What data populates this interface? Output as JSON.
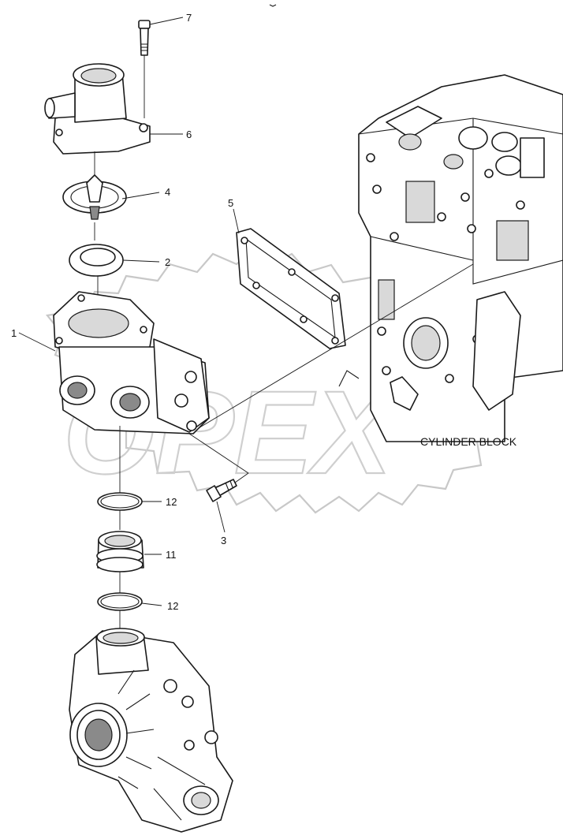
{
  "diagram": {
    "callouts": [
      {
        "id": "c7",
        "label": "7"
      },
      {
        "id": "c6",
        "label": "6"
      },
      {
        "id": "c4",
        "label": "4"
      },
      {
        "id": "c2",
        "label": "2"
      },
      {
        "id": "c5",
        "label": "5"
      },
      {
        "id": "c1",
        "label": "1"
      },
      {
        "id": "c3",
        "label": "3"
      },
      {
        "id": "c12a",
        "label": "12"
      },
      {
        "id": "c11",
        "label": "11"
      },
      {
        "id": "c12b",
        "label": "12"
      }
    ],
    "block_label": "CYLINDER BLOCK",
    "watermark": "OPEX"
  }
}
